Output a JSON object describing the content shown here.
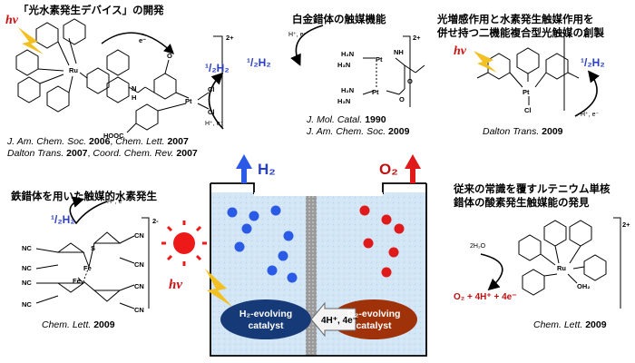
{
  "top_left": {
    "title": "「光水素発生デバイス」の開発",
    "hv": "hν",
    "electron": "e⁻",
    "charge": "2+",
    "product": "¹/₂H₂",
    "reagent": "H⁺, e⁻",
    "label_ru": "Ru",
    "label_pt": "Pt",
    "label_cl1": "Cl",
    "label_cl2": "Cl",
    "label_hooc": "HOOC",
    "label_n": "N",
    "label_h": "H",
    "label_o": "O",
    "ref_line1": [
      "J. Am. Chem. Soc.",
      " 2006",
      ", ",
      "Chem. Lett.",
      " 2007"
    ],
    "ref_line2": [
      "Dalton Trans.",
      " 2007",
      ", ",
      "Coord. Chem. Rev.",
      " 2007"
    ]
  },
  "top_center": {
    "title": "白金錯体の触媒機能",
    "reagent": "H⁺, e⁻",
    "product": "¹/₂H₂",
    "charge": "2+",
    "label_h2n_1": "H₂N",
    "label_h3n_1": "H₃N",
    "label_h2n_2": "H₂N",
    "label_h3n_2": "H₃N",
    "label_pt1": "Pt",
    "label_pt2": "Pt",
    "label_nh": "NH",
    "label_o1": "O",
    "label_o2": "O",
    "ref_line1": [
      "J. Mol. Catal.",
      " 1990"
    ],
    "ref_line2": [
      "J. Am. Chem. Soc.",
      " 2009"
    ]
  },
  "top_right": {
    "title_line1": "光増感作用と水素発生触媒作用を",
    "title_line2": "併せ持つ二機能複合型光触媒の創製",
    "hv": "hν",
    "charge": "+",
    "product": "¹/₂H₂",
    "reagent": "H⁺, e⁻",
    "label_pt": "Pt",
    "label_cl": "Cl",
    "ref": [
      "Dalton Trans.",
      " 2009"
    ]
  },
  "mid_left": {
    "title": "鉄錯体を用いた触媒的水素発生",
    "product": "¹/₂H₂",
    "reagent": "H⁺, e⁻",
    "charge": "2-",
    "label_fe1": "Fe",
    "label_fe2": "Fe",
    "label_s": "S",
    "label_cn": "CN",
    "label_nc": "NC",
    "ref": [
      "Chem. Lett.",
      " 2009"
    ]
  },
  "mid_right": {
    "title_line1": "従来の常識を覆すルテニウム単核",
    "title_line2": "錯体の酸素発生触媒能の発見",
    "reactant": "2H₂O",
    "products": "O₂ + 4H⁺ + 4e⁻",
    "charge": "2+",
    "label_ru": "Ru",
    "label_oh2": "OH₂",
    "ref": [
      "Chem. Lett.",
      " 2009"
    ]
  },
  "device": {
    "h2_label": "H₂",
    "o2_label": "O₂",
    "hv": "hν",
    "h2_catalyst_line1": "H₂-evolving",
    "h2_catalyst_line2": "catalyst",
    "o2_catalyst_line1": "O₂-evolving",
    "o2_catalyst_line2": "catalyst",
    "transfer": "4H⁺, 4e⁻"
  },
  "colors": {
    "blue": "#2a5ae6",
    "red": "#e01a1a",
    "dark_blue": "#163a78",
    "brown": "#a0320a",
    "water": "#cfe4f5",
    "sun": "#ee1a1a",
    "bolt": "#f2c020"
  }
}
